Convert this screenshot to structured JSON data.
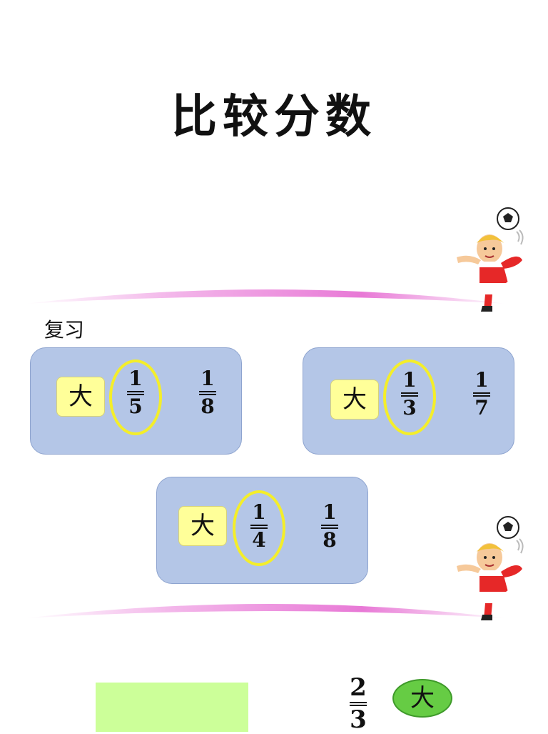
{
  "title": "比较分数",
  "review_label": "复习",
  "panels": [
    {
      "tag": "大",
      "a_num": "1",
      "a_den": "5",
      "b_num": "1",
      "b_den": "8"
    },
    {
      "tag": "大",
      "a_num": "1",
      "a_den": "3",
      "b_num": "1",
      "b_den": "7"
    },
    {
      "tag": "大",
      "a_num": "1",
      "a_den": "4",
      "b_num": "1",
      "b_den": "8"
    }
  ],
  "bottom": {
    "num": "2",
    "den": "3",
    "bubble": "大"
  },
  "colors": {
    "panel": "#b4c6e7",
    "tag": "#ffff99",
    "ring": "#f4ee2a",
    "arc": "#e879d6",
    "green_box": "#ccff99",
    "bubble": "#66cc44"
  },
  "icons": [
    "soccer-player-kicking-icon",
    "soccer-ball-icon"
  ]
}
